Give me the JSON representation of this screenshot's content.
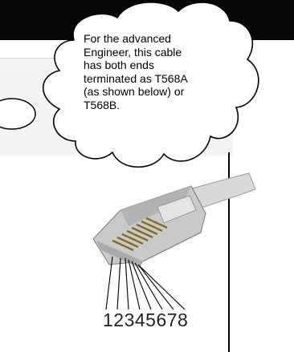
{
  "callout": {
    "lines": [
      "For the advanced",
      "Engineer, this cable",
      "has both ends",
      "terminated as T568A",
      "(as shown below) or",
      "T568B."
    ]
  },
  "connector": {
    "pin_numbers": "12345678"
  },
  "colors": {
    "banner": "#050505",
    "panel": "#f4f4f4"
  }
}
